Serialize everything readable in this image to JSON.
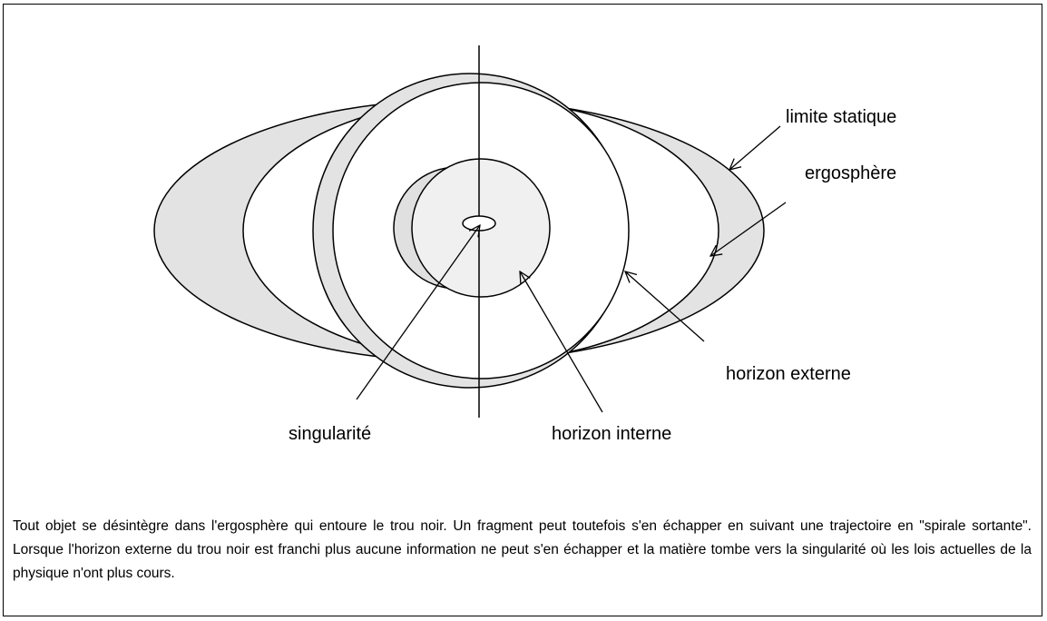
{
  "labels": {
    "static_limit": "limite statique",
    "ergosphere": "ergosphère",
    "outer_horizon": "horizon externe",
    "inner_horizon": "horizon interne",
    "singularity": "singularité"
  },
  "caption": "Tout objet se désintègre dans l'ergosphère qui entoure le trou noir. Un fragment peut toutefois s'en échapper en suivant une trajectoire en \"spirale sortante\". Lorsque l'horizon externe du trou noir est franchi plus aucune information ne peut s'en échapper et la matière tombe vers la singularité où les lois actuelles de la physique n'ont plus cours.",
  "colors": {
    "shaded": "#e3e3e3",
    "inner_shaded": "#f0f0f0",
    "stroke": "#000000",
    "background": "#ffffff"
  }
}
